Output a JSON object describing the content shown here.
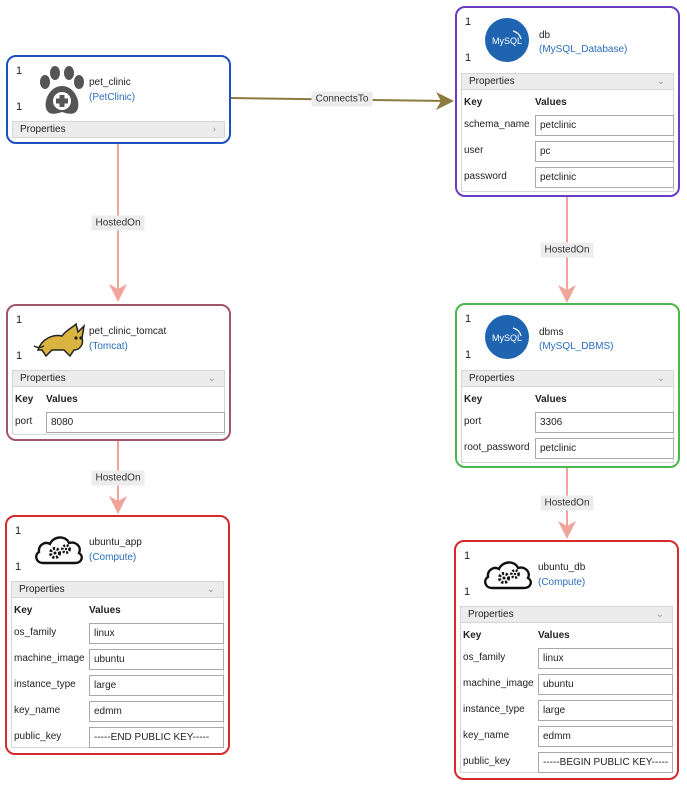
{
  "nodes": {
    "pet_clinic": {
      "min": "1",
      "max": "1",
      "name": "pet_clinic",
      "type": "(PetClinic)",
      "properties_label": "Properties",
      "color": "#1e4fbf",
      "icon": "pawprint-plus-icon"
    },
    "tomcat": {
      "min": "1",
      "max": "1",
      "name": "pet_clinic_tomcat",
      "type": "(Tomcat)",
      "properties_label": "Properties",
      "color": "#a0566a",
      "icon": "tomcat-icon",
      "key_header": "Key",
      "values_header": "Values",
      "properties": [
        {
          "key": "port",
          "value": "8080"
        }
      ]
    },
    "ubuntu_app": {
      "min": "1",
      "max": "1",
      "name": "ubuntu_app",
      "type": "(Compute)",
      "properties_label": "Properties",
      "color": "#d42a2a",
      "icon": "cloud-gears-icon",
      "key_header": "Key",
      "values_header": "Values",
      "properties": [
        {
          "key": "os_family",
          "value": "linux"
        },
        {
          "key": "machine_image",
          "value": "ubuntu"
        },
        {
          "key": "instance_type",
          "value": "large"
        },
        {
          "key": "key_name",
          "value": "edmm"
        },
        {
          "key": "public_key",
          "value": "-----END PUBLIC KEY-----"
        }
      ]
    },
    "db": {
      "min": "1",
      "max": "1",
      "name": "db",
      "type": "(MySQL_Database)",
      "properties_label": "Properties",
      "color": "#6a3cc4",
      "icon": "mysql-icon",
      "key_header": "Key",
      "values_header": "Values",
      "properties": [
        {
          "key": "schema_name",
          "value": "petclinic"
        },
        {
          "key": "user",
          "value": "pc"
        },
        {
          "key": "password",
          "value": "petclinic"
        }
      ]
    },
    "dbms": {
      "min": "1",
      "max": "1",
      "name": "dbms",
      "type": "(MySQL_DBMS)",
      "properties_label": "Properties",
      "color": "#4cb84c",
      "icon": "mysql-icon",
      "key_header": "Key",
      "values_header": "Values",
      "properties": [
        {
          "key": "port",
          "value": "3306"
        },
        {
          "key": "root_password",
          "value": "petclinic"
        }
      ]
    },
    "ubuntu_db": {
      "min": "1",
      "max": "1",
      "name": "ubuntu_db",
      "type": "(Compute)",
      "properties_label": "Properties",
      "color": "#d42a2a",
      "icon": "cloud-gears-icon",
      "key_header": "Key",
      "values_header": "Values",
      "properties": [
        {
          "key": "os_family",
          "value": "linux"
        },
        {
          "key": "machine_image",
          "value": "ubuntu"
        },
        {
          "key": "instance_type",
          "value": "large"
        },
        {
          "key": "key_name",
          "value": "edmm"
        },
        {
          "key": "public_key",
          "value": "-----BEGIN PUBLIC KEY-----"
        }
      ]
    }
  },
  "edges": {
    "connects_to": {
      "label": "ConnectsTo",
      "color": "#8b7a3e"
    },
    "hosted_on_1": {
      "label": "HostedOn",
      "color": "#f0a49a"
    },
    "hosted_on_2": {
      "label": "HostedOn",
      "color": "#f0a49a"
    },
    "hosted_on_3": {
      "label": "HostedOn",
      "color": "#f0a49a"
    },
    "hosted_on_4": {
      "label": "HostedOn",
      "color": "#f0a49a"
    }
  },
  "mysql_icon_text": "MySQL"
}
